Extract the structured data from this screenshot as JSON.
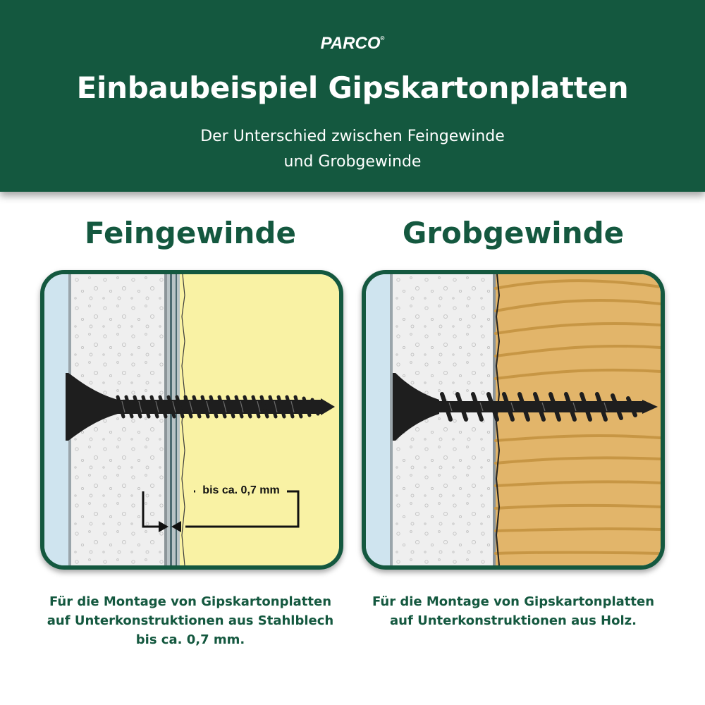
{
  "header": {
    "logo": "PARCO",
    "title": "Einbaubeispiel Gipskartonplatten",
    "subtitle_line1": "Der Unterschied zwischen Feingewinde",
    "subtitle_line2": "und Grobgewinde"
  },
  "left": {
    "heading": "Feingewinde",
    "dimension_label": "bis ca. 0,7 mm",
    "caption_line1": "Für die Montage von Gipskartonplatten",
    "caption_line2": "auf Unterkonstruktionen aus Stahlblech",
    "caption_line3": "bis ca. 0,7 mm."
  },
  "right": {
    "heading": "Grobgewinde",
    "caption_line1": "Für die Montage von Gipskartonplatten",
    "caption_line2": "auf Unterkonstruktionen aus Holz."
  },
  "colors": {
    "brand_green": "#14583f",
    "header_text": "#ffffff",
    "steel_backing": "#f9f2a4",
    "wood": "#e2b56a",
    "screw": "#1e1e1e"
  }
}
